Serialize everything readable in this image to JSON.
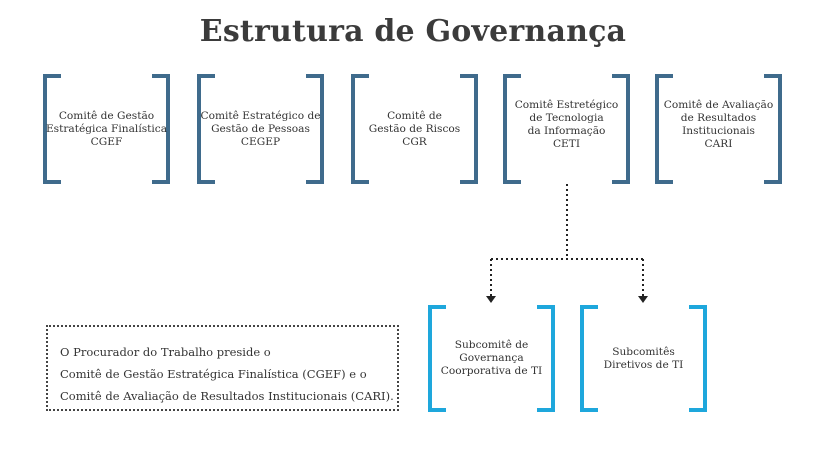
{
  "title": "Estrutura de Governança",
  "committees": [
    {
      "lines": [
        "Comitê de Gestão",
        "Estratégica Finalística",
        "CGEF"
      ]
    },
    {
      "lines": [
        "Comitê Estratégico de",
        "Gestão de Pessoas",
        "CEGEP"
      ]
    },
    {
      "lines": [
        "Comitê de",
        "Gestão de Riscos",
        "CGR"
      ]
    },
    {
      "lines": [
        "Comitê Estretégico",
        "de Tecnologia",
        "da Informação",
        "CETI"
      ]
    },
    {
      "lines": [
        "Comitê de Avaliação",
        "de Resultados",
        "Institucionais",
        "CARI"
      ]
    }
  ],
  "subcommittees": [
    {
      "lines": [
        "Subcomitê de",
        "Governança",
        "Coorporativa de TI"
      ]
    },
    {
      "lines": [
        "Subcomitês",
        "Diretivos de TI"
      ]
    }
  ],
  "note": {
    "lines": [
      "O Procurador do Trabalho preside o",
      "Comitê de Gestão Estratégica Finalística (CGEF) e o",
      "Comitê de Avaliação de Resultados Institucionais (CARI)."
    ]
  },
  "colors": {
    "committee_bracket": "#3f6b8c",
    "subcommittee_bracket": "#1ea7dc",
    "title": "#3b3b3b"
  }
}
